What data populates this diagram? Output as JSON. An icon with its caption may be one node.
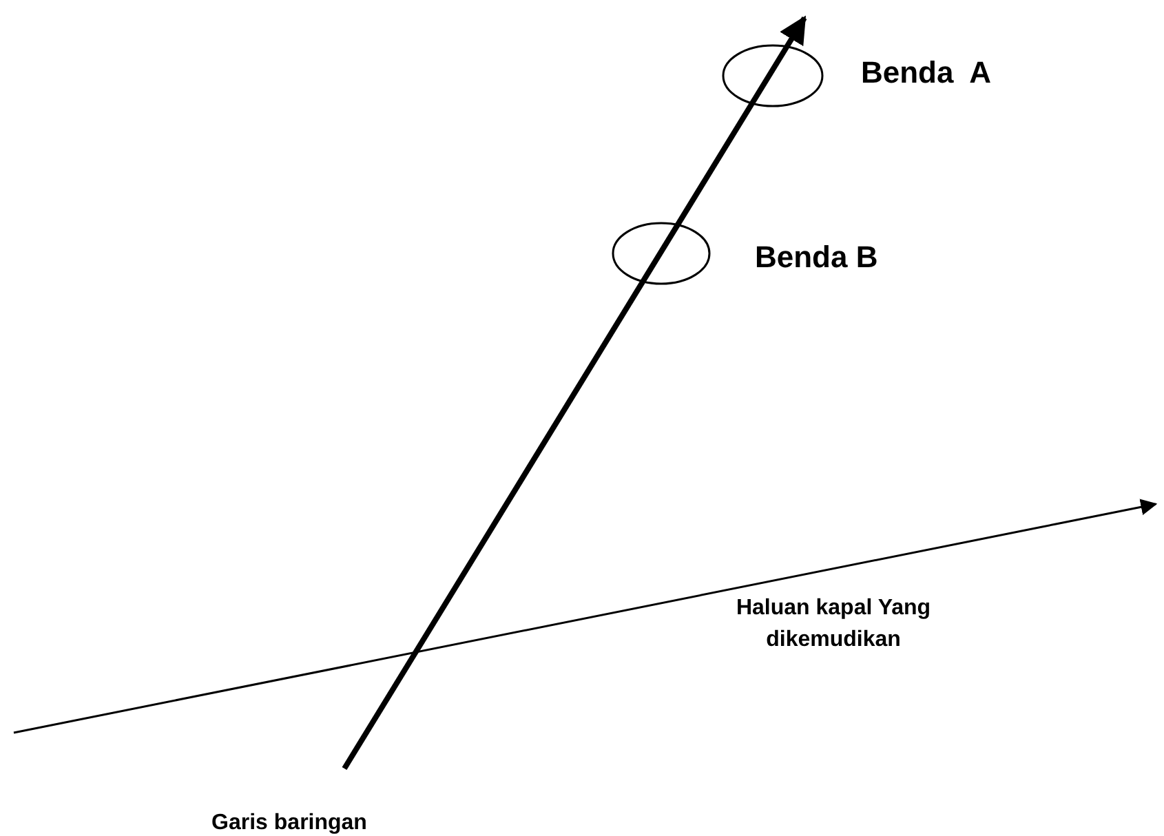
{
  "diagram": {
    "nodes": [
      {
        "text": [],
        "shape": "circle",
        "beside": [
          "Benda  A"
        ]
      },
      {
        "text": [],
        "shape": "circle",
        "beside": [
          "Benda B"
        ]
      }
    ],
    "labels": [
      "Haluan kapal Yang dikemudikan",
      "Garis baringan"
    ]
  }
}
